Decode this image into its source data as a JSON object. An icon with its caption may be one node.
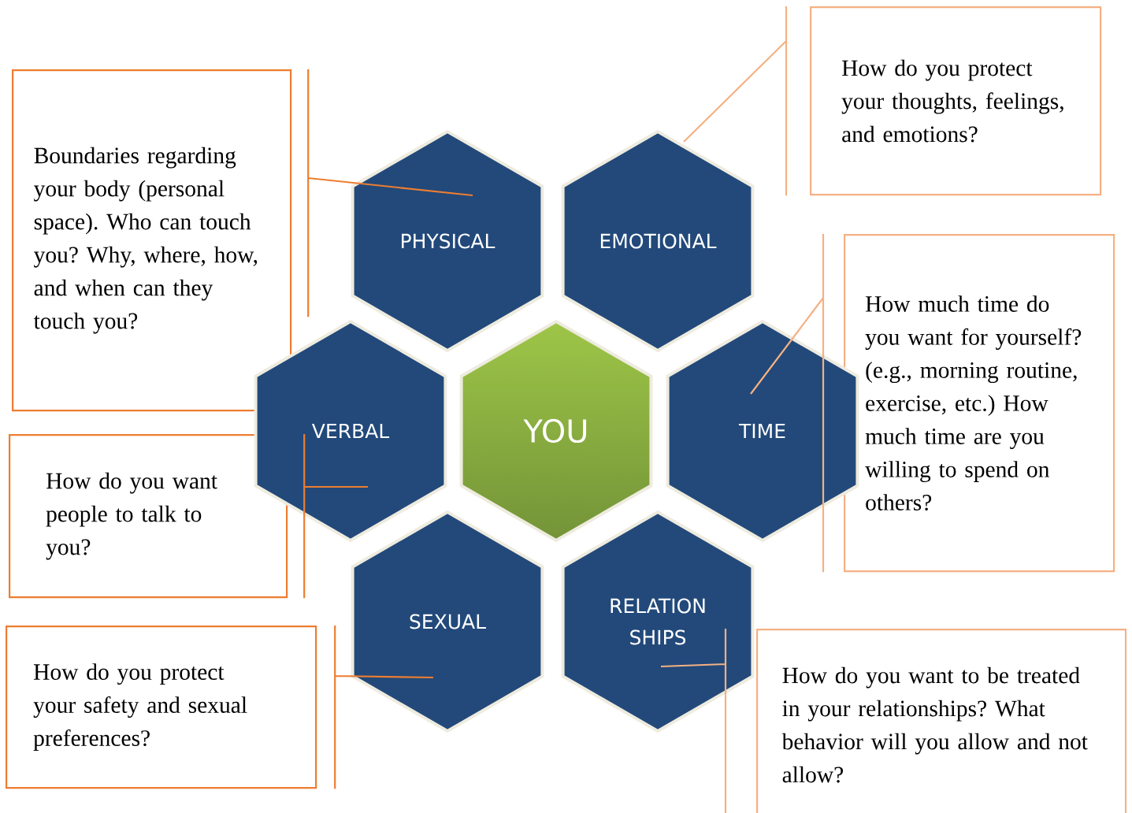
{
  "diagram": {
    "nodes": [
      {
        "text": [
          "PHYSICAL"
        ]
      },
      {
        "text": [
          "EMOTIONAL"
        ]
      },
      {
        "text": [
          "VERBAL"
        ]
      },
      {
        "text": [
          "YOU"
        ]
      },
      {
        "text": [
          "TIME"
        ]
      },
      {
        "text": [
          "SEXUAL"
        ]
      },
      {
        "text": [
          "RELATION SHIPS"
        ]
      },
      {
        "text": [
          "Boundaries regarding your body (personal space). Who can touch you? Why, where, how, and when can they touch you?"
        ]
      },
      {
        "text": [
          "How do you protect your thoughts, feelings, and emotions?"
        ]
      },
      {
        "text": [
          "How much time do you want for yourself? (e.g., morning routine, exercise, etc.) How much time are you willing to spend on others?"
        ]
      },
      {
        "text": [
          "How do you want people to talk to you?"
        ]
      },
      {
        "text": [
          "How do you protect your safety and sexual preferences?"
        ]
      },
      {
        "text": [
          "How do you want to be treated in your relationships? What behavior will you allow and not allow?"
        ]
      }
    ],
    "edges": [
      {
        "from": 7,
        "to": 0,
        "arrow": "none"
      },
      {
        "from": 8,
        "to": 1,
        "arrow": "none",
        "color": "#f4b183"
      },
      {
        "from": 9,
        "to": 4,
        "arrow": "none",
        "color": "#f4b183"
      },
      {
        "from": 10,
        "to": 2,
        "arrow": "none"
      },
      {
        "from": 11,
        "to": 5,
        "arrow": "none"
      },
      {
        "from": 12,
        "to": 6,
        "arrow": "none",
        "color": "#f4b183"
      }
    ]
  }
}
